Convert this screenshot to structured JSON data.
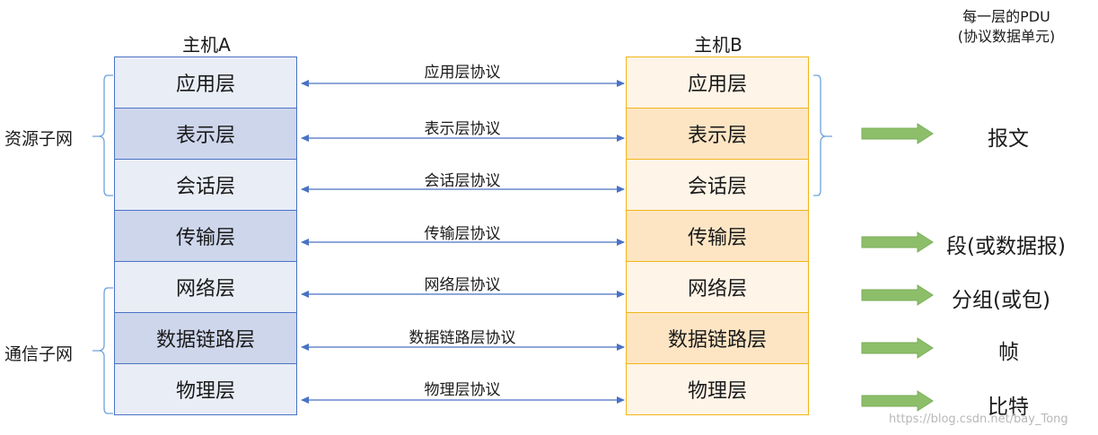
{
  "host_a": {
    "title": "主机A"
  },
  "host_b": {
    "title": "主机B"
  },
  "layers": [
    "应用层",
    "表示层",
    "会话层",
    "传输层",
    "网络层",
    "数据链路层",
    "物理层"
  ],
  "protocols": [
    "应用层协议",
    "表示层协议",
    "会话层协议",
    "传输层协议",
    "网络层协议",
    "数据链路层协议",
    "物理层协议"
  ],
  "groups": {
    "resource_subnet": "资源子网",
    "comm_subnet": "通信子网"
  },
  "pdu": {
    "header_line1": "每一层的PDU",
    "header_line2": "(协议数据单元)",
    "items": [
      "报文",
      "段(或数据报)",
      "分组(或包)",
      "帧",
      "比特"
    ]
  },
  "watermark": "https://blog.csdn.net/bay_Tong",
  "colors": {
    "host_a_border": "#4a72c4",
    "host_a_light": "#e9edf6",
    "host_a_dark": "#ced6ec",
    "host_b_border": "#f2b61a",
    "host_b_light": "#fef4e7",
    "host_b_dark": "#fde5c4",
    "protocol_arrow": "#4a72c4",
    "pdu_arrow": "#8dbf6a"
  }
}
